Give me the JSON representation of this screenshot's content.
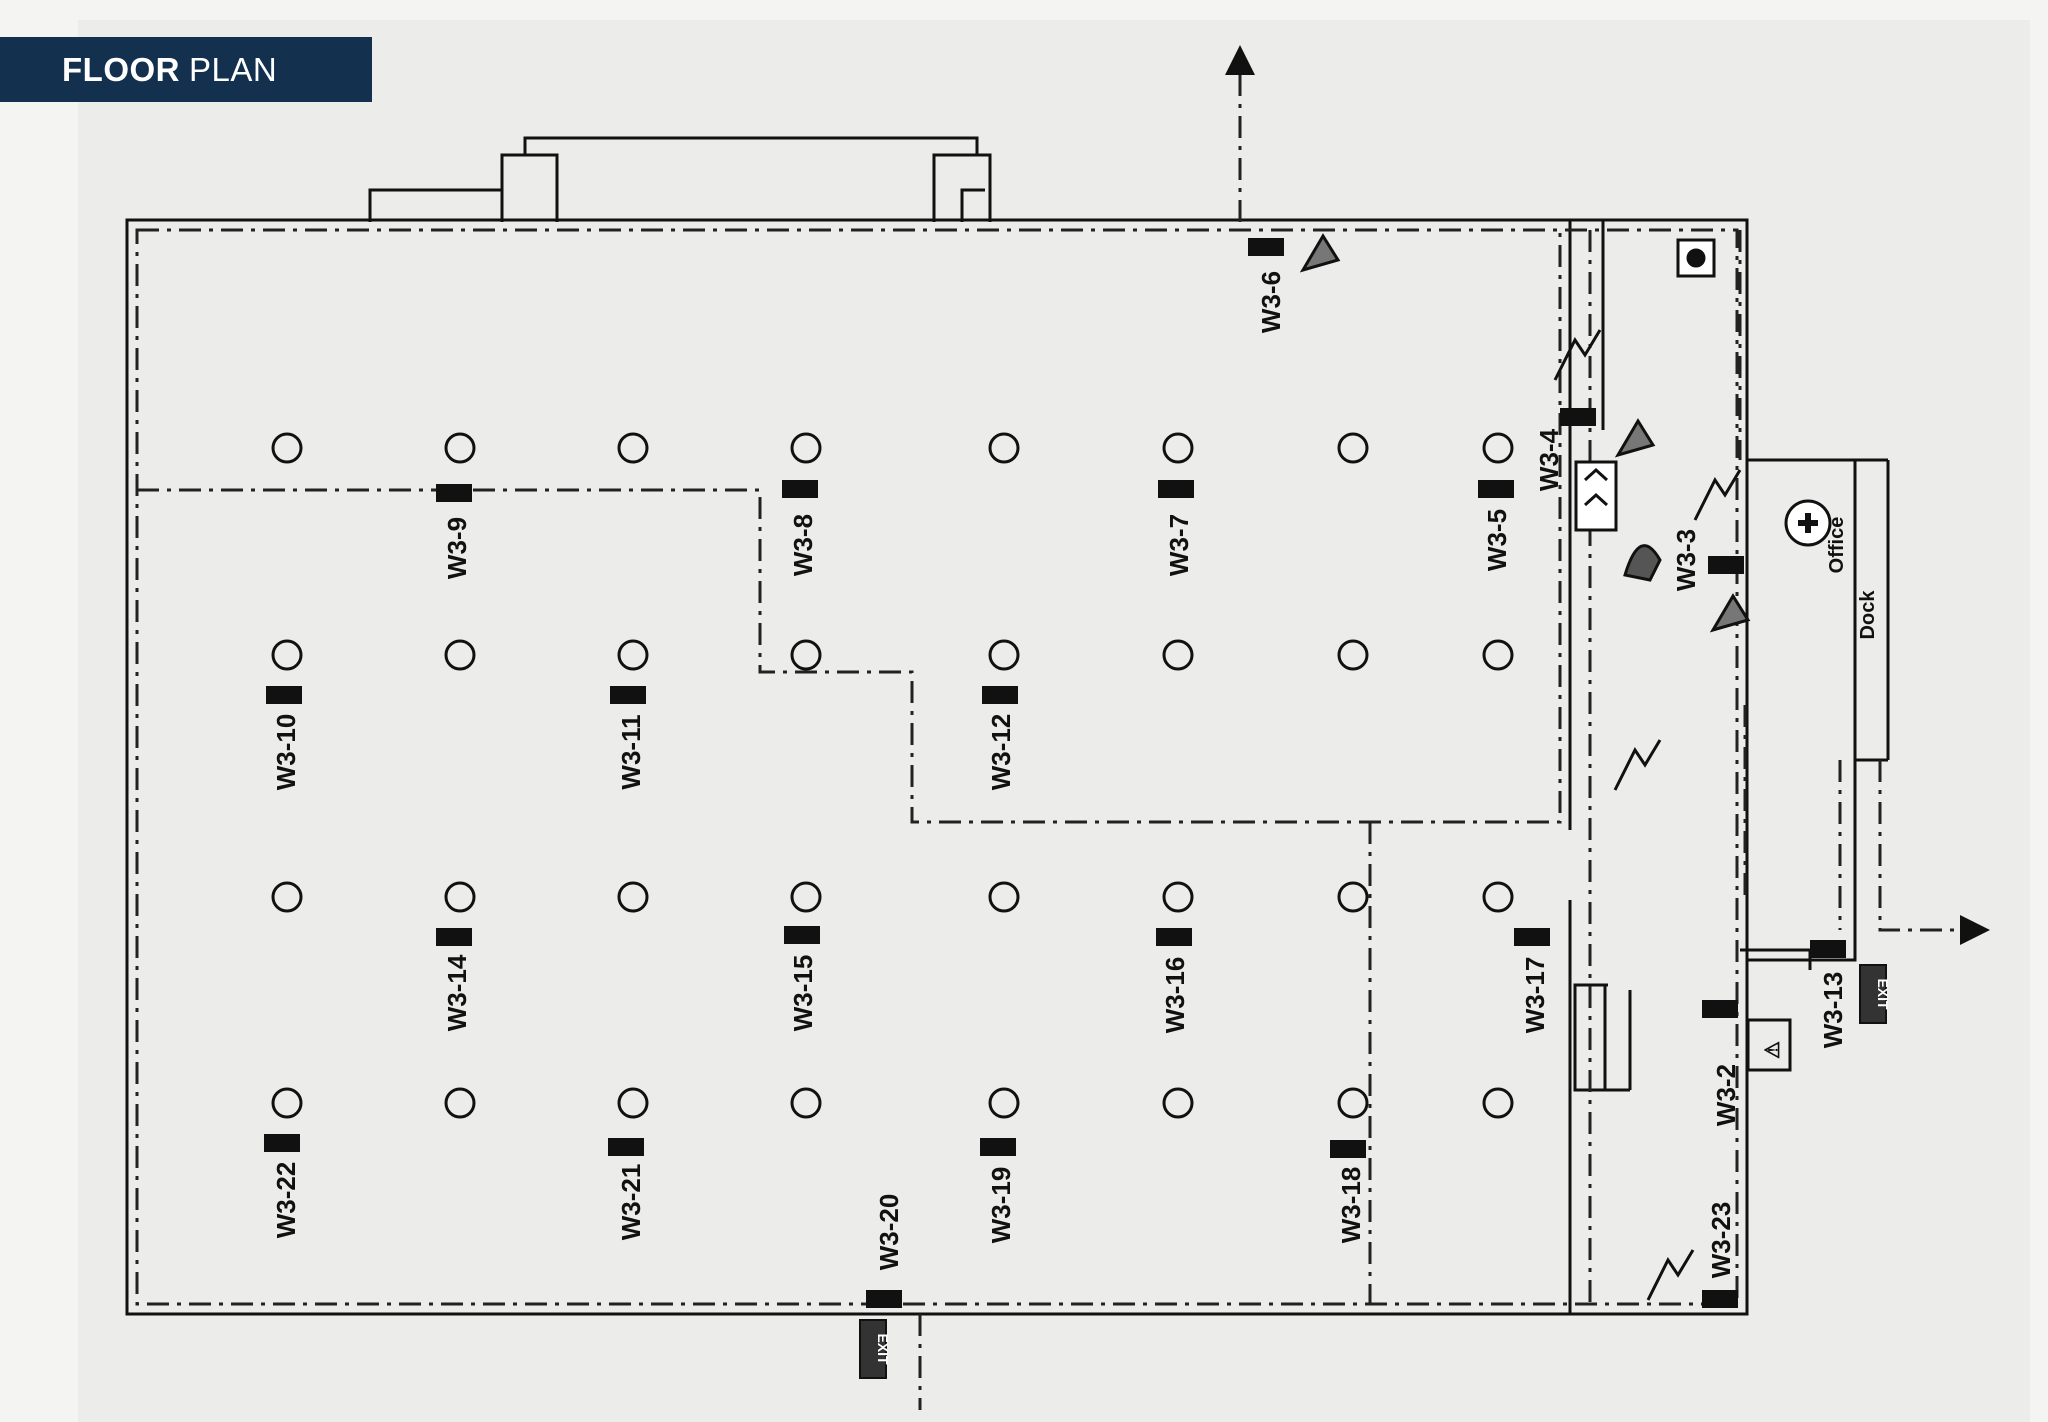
{
  "header": {
    "title_bold": "FLOOR",
    "title_rest": "PLAN"
  },
  "rooms": {
    "office": "Office",
    "dock": "Dock"
  },
  "exits": {
    "label": "EXIT"
  },
  "extinguishers": [
    {
      "label": "W3-2"
    },
    {
      "label": "W3-3"
    },
    {
      "label": "W3-4"
    },
    {
      "label": "W3-5"
    },
    {
      "label": "W3-6"
    },
    {
      "label": "W3-7"
    },
    {
      "label": "W3-8"
    },
    {
      "label": "W3-9"
    },
    {
      "label": "W3-10"
    },
    {
      "label": "W3-11"
    },
    {
      "label": "W3-12"
    },
    {
      "label": "W3-13"
    },
    {
      "label": "W3-14"
    },
    {
      "label": "W3-15"
    },
    {
      "label": "W3-16"
    },
    {
      "label": "W3-17"
    },
    {
      "label": "W3-18"
    },
    {
      "label": "W3-19"
    },
    {
      "label": "W3-20"
    },
    {
      "label": "W3-21"
    },
    {
      "label": "W3-22"
    },
    {
      "label": "W3-23"
    }
  ],
  "colors": {
    "banner": "#13304f",
    "ink": "#111111",
    "paper": "#ececea"
  }
}
